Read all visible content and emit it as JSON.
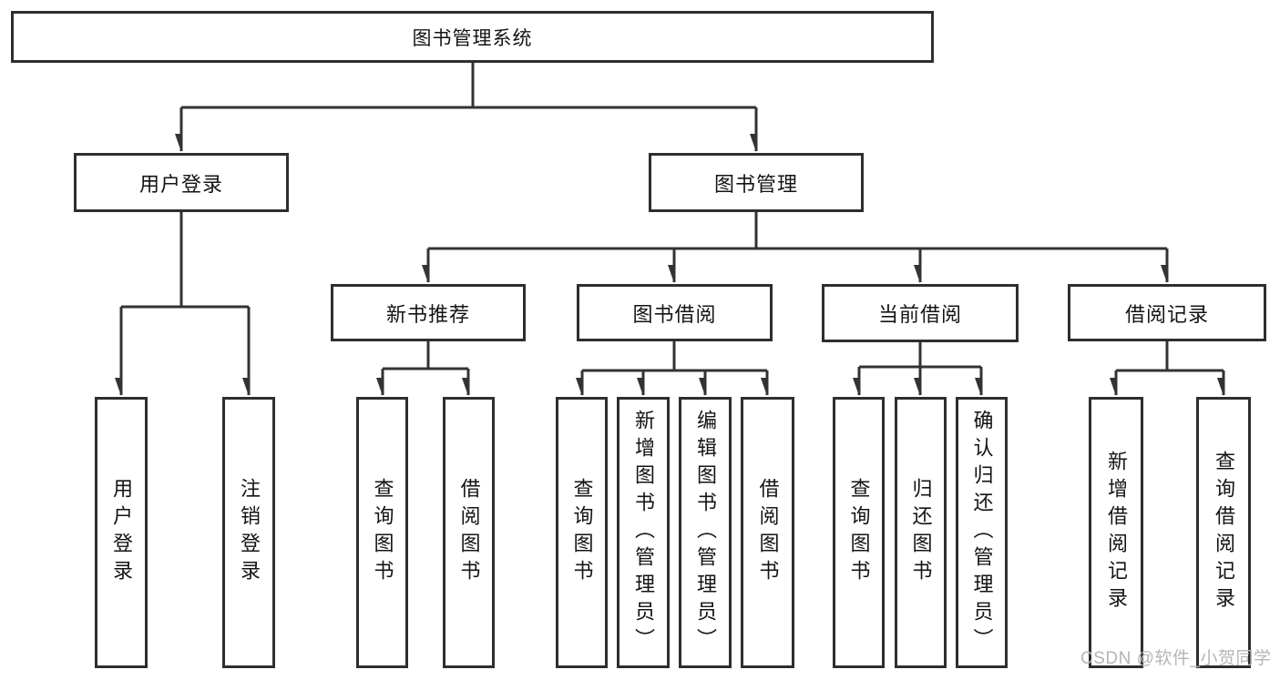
{
  "tree": {
    "label": "图书管理系统",
    "children": [
      {
        "label": "用户登录",
        "children": [
          {
            "label": "用户登录"
          },
          {
            "label": "注销登录"
          }
        ]
      },
      {
        "label": "图书管理",
        "children": [
          {
            "label": "新书推荐",
            "children": [
              {
                "label": "查询图书"
              },
              {
                "label": "借阅图书"
              }
            ]
          },
          {
            "label": "图书借阅",
            "children": [
              {
                "label": "查询图书"
              },
              {
                "label": "新增图书（管理员）"
              },
              {
                "label": "编辑图书（管理员）"
              },
              {
                "label": "借阅图书"
              }
            ]
          },
          {
            "label": "当前借阅",
            "children": [
              {
                "label": "查询图书"
              },
              {
                "label": "归还图书"
              },
              {
                "label": "确认归还（管理员）"
              }
            ]
          },
          {
            "label": "借阅记录",
            "children": [
              {
                "label": "新增借阅记录"
              },
              {
                "label": "查询借阅记录"
              }
            ]
          }
        ]
      }
    ]
  },
  "watermark": "CSDN @软件_小贺同学",
  "colors": {
    "line": "#333333",
    "box_border": "#2e2e2e",
    "text": "#141414",
    "watermark": "#b5b5b5",
    "background": "#ffffff"
  }
}
